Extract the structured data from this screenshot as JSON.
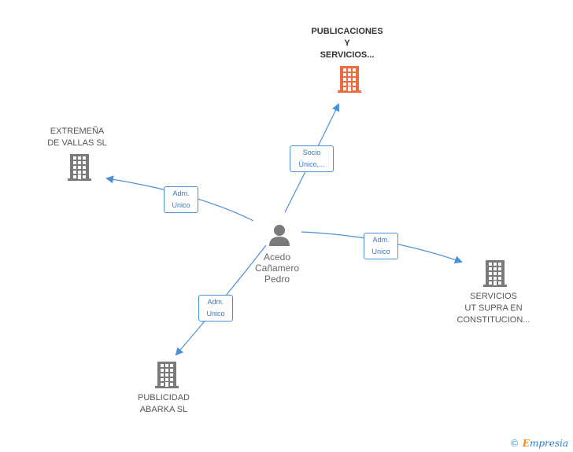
{
  "colors": {
    "edge": "#4a8fd8",
    "building_main": "#f26a3d",
    "building_other": "#7a7a7a",
    "person": "#7a7a7a"
  },
  "center": {
    "icon": "person-icon",
    "name_lines": [
      "Acedo",
      "Cañamero",
      "Pedro"
    ]
  },
  "companies": [
    {
      "id": "publicaciones",
      "icon": "building-icon",
      "main": true,
      "lines": [
        "PUBLICACIONES",
        "Y",
        "SERVICIOS..."
      ]
    },
    {
      "id": "extremena",
      "icon": "building-icon",
      "main": false,
      "lines": [
        "EXTREMEÑA",
        "DE VALLAS SL"
      ]
    },
    {
      "id": "servicios",
      "icon": "building-icon",
      "main": false,
      "lines": [
        "SERVICIOS",
        "UT SUPRA EN",
        "CONSTITUCION..."
      ]
    },
    {
      "id": "publicidad",
      "icon": "building-icon",
      "main": false,
      "lines": [
        "PUBLICIDAD",
        "ABARKA SL"
      ]
    }
  ],
  "relations": [
    {
      "target": "publicaciones",
      "lines": [
        "Socio",
        "Único,..."
      ]
    },
    {
      "target": "extremena",
      "lines": [
        "Adm.",
        "Unico"
      ]
    },
    {
      "target": "servicios",
      "lines": [
        "Adm.",
        "Unico"
      ]
    },
    {
      "target": "publicidad",
      "lines": [
        "Adm.",
        "Unico"
      ]
    }
  ],
  "footer": {
    "copyright": "©",
    "brand_first": "E",
    "brand_rest": "mpresia"
  }
}
